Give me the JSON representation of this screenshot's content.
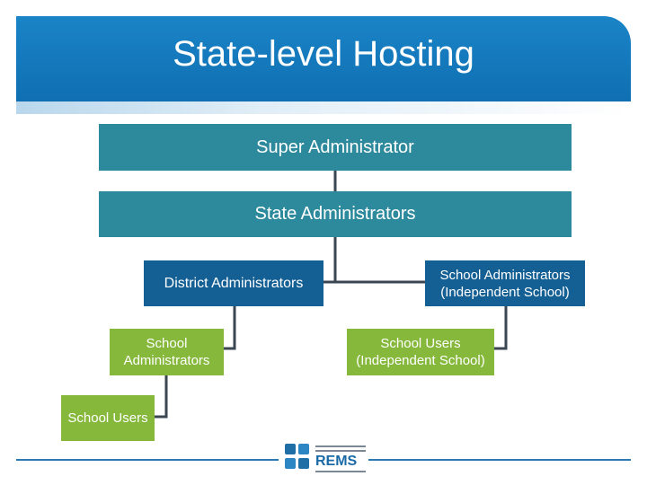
{
  "slide": {
    "title": "State-level Hosting"
  },
  "org_chart": {
    "super_admin": "Super Administrator",
    "state_admins": "State Administrators",
    "district_admins": "District Administrators",
    "school_admins_left": "School\nAdministrators",
    "school_users_left": "School Users",
    "school_admins_independent": "School Administrators\n(Independent School)",
    "school_users_independent": "School Users\n(Independent School)"
  },
  "logo": {
    "text": "REMS"
  },
  "colors": {
    "banner": "#1a84c7",
    "teal_box": "#2d8a9c",
    "navy_box": "#145f93",
    "green_box": "#86b83c",
    "connector": "#3a4652",
    "footer_line": "#2b79b4"
  }
}
